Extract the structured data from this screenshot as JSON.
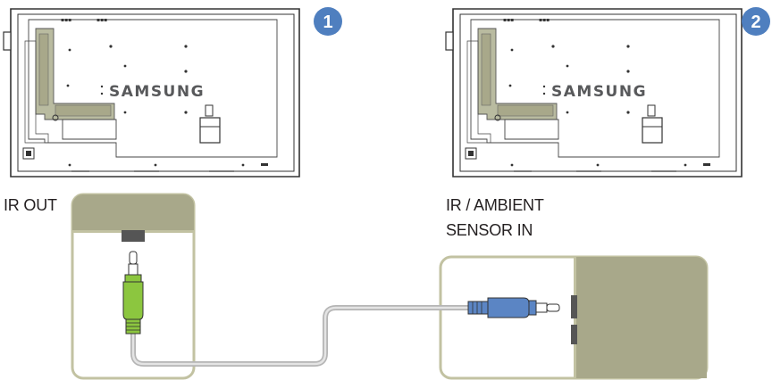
{
  "monitors": [
    {
      "brand": "SAMSUNG",
      "step": "1"
    },
    {
      "brand": "SAMSUNG",
      "step": "2"
    }
  ],
  "ports": {
    "out_label": "IR OUT",
    "in_label_line1": "IR / AMBIENT",
    "in_label_line2": "SENSOR IN"
  },
  "colors": {
    "panel_fill": "#a8a88a",
    "panel_border": "#c2c2a2",
    "badge": "#4f7fbf",
    "plug_green": "#8cc63f",
    "plug_blue": "#5b85c4",
    "cable": "#c8c8c8",
    "line": "#333333"
  }
}
